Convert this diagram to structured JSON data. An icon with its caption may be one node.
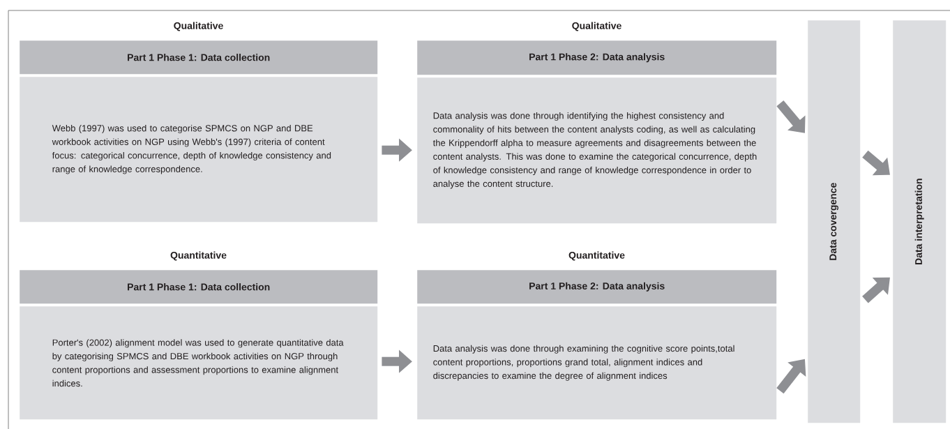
{
  "diagram": {
    "nodes": [
      {
        "text": [
          "Qualitative",
          "Part 1 Phase 1: Data collection",
          "Webb (1997) was used to categorise SPMCS on NGP and DBE workbook activities on NGP using Webb's (1997) criteria of content focus: categorical concurrence, depth of knowledge consistency and range of knowledge correspondence."
        ]
      },
      {
        "text": [
          "Qualitative",
          "Part 1 Phase 2: Data analysis",
          "Data analysis was done through identifying the highest consistency and commonality of hits between the content analysts coding, as well as calculating the Krippendorff alpha to measure agreements and disagreements between the content analysts. This was done to examine the categorical concurrence, depth of knowledge consistency and range of knowledge correspondence in order to analyse the content structure."
        ]
      },
      {
        "text": [
          "Quantitative",
          "Part 1 Phase 1: Data collection",
          "Porter's (2002) alignment model was used to generate quantitative data by categorising SPMCS and DBE workbook activities on NGP through content proportions and assessment proportions to examine alignment indices."
        ]
      },
      {
        "text": [
          "Quantitative",
          "Part 1 Phase 2: Data analysis",
          "Data analysis was done through examining the cognitive score points,total content proportions, proportions grand total, alignment indices and discrepancies to examine the degree of alignment indices"
        ]
      },
      {
        "text": [
          "Data covergence"
        ]
      },
      {
        "text": [
          "Data interpretation"
        ]
      }
    ],
    "edges": [
      {
        "from": 0,
        "to": 1,
        "arrow": "to"
      },
      {
        "from": 2,
        "to": 3,
        "arrow": "to"
      },
      {
        "from": 1,
        "to": 4,
        "arrow": "to"
      },
      {
        "from": 3,
        "to": 4,
        "arrow": "to"
      },
      {
        "from": 4,
        "to": 5,
        "arrow": "to"
      },
      {
        "from": 4,
        "to": 5,
        "arrow": "to"
      }
    ]
  }
}
